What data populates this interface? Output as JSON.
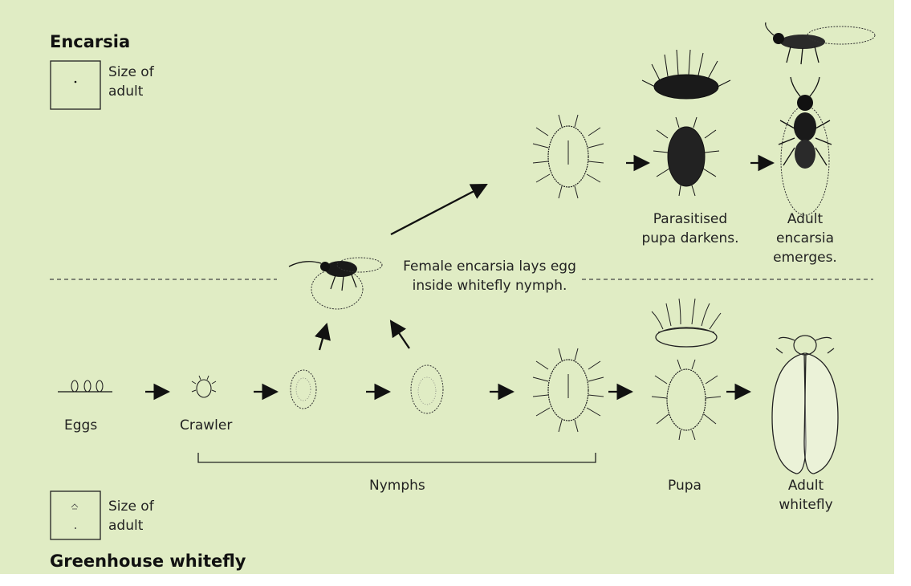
{
  "encarsia": {
    "title": "Encarsia",
    "size_label": "Size of\nadult"
  },
  "whitefly": {
    "title": "Greenhouse whitefly",
    "size_label": "Size of\nadult"
  },
  "labels": {
    "eggs": "Eggs",
    "crawler": "Crawler",
    "nymphs": "Nymphs",
    "pupa": "Pupa",
    "adult_whitefly": "Adult\nwhitefly",
    "female_lays": "Female encarsia lays egg\ninside whitefly nymph.",
    "parasitised": "Parasitised\npupa darkens.",
    "adult_encarsia": "Adult\nencarsia\nemerges."
  },
  "colors": {
    "background": "#e0ecc4",
    "ink": "#111111"
  }
}
